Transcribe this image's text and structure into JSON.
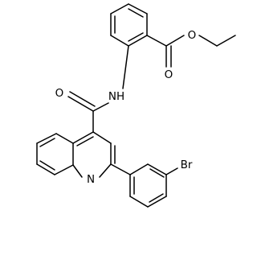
{
  "atoms": {
    "ester_o_single": "O",
    "ester_o_double": "O",
    "amide_nh": "NH",
    "amide_o": "O",
    "quinoline_n": "N",
    "bromine": "Br"
  }
}
